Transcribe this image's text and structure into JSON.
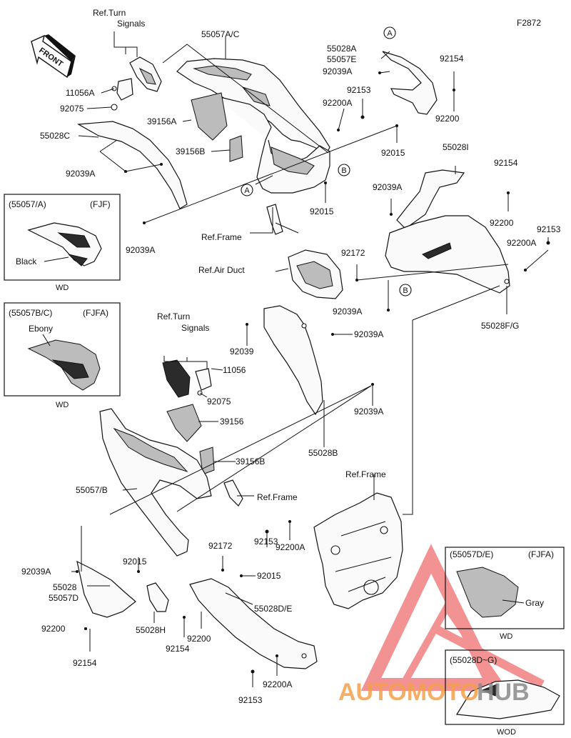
{
  "figure_code": "F2872",
  "front_label": "FRONT",
  "circle_refs": {
    "a": "A",
    "b": "B"
  },
  "refs": {
    "turn_signals_top_1": "Ref.Turn",
    "turn_signals_top_2": "Signals",
    "turn_signals_mid_1": "Ref.Turn",
    "turn_signals_mid_2": "Signals",
    "frame_1": "Ref.Frame",
    "air_duct": "Ref.Air Duct",
    "frame_2": "Ref.Frame",
    "frame_3": "Ref.Frame"
  },
  "labels": {
    "p55057ac": "55057A/C",
    "p55028a": "55028A",
    "p55057e": "55057E",
    "p92039a_top": "92039A",
    "p92154_top": "92154",
    "p11056a": "11056A",
    "p92075_top": "92075",
    "p92153_top": "92153",
    "p92200a_top": "92200A",
    "p92200_top": "92200",
    "p39156a": "39156A",
    "p55028c": "55028C",
    "p39156b_top": "39156B",
    "p92015_a": "92015",
    "p92039a_left": "92039A",
    "p55028i": "55028I",
    "p92154_right": "92154",
    "p92039a_right": "92039A",
    "p92015_b": "92015",
    "p92200_right": "92200",
    "p92153_right": "92153",
    "p92039a_lower_left": "92039A",
    "p92200a_right": "92200A",
    "p92172_mid": "92172",
    "p92039a_mid": "92039A",
    "p55028fg": "55028F/G",
    "p92039a_mid2": "92039A",
    "p92039_mid": "92039",
    "p11056_mid": "11056",
    "p92075_mid": "92075",
    "p92039a_mid3": "92039A",
    "p39156_mid": "39156",
    "p55028b": "55028B",
    "p39156b_mid": "39156B",
    "p55057b": "55057/B",
    "p92153_low": "92153",
    "p92200a_low": "92200A",
    "p92039a_low": "92039A",
    "p92015_low": "92015",
    "p92172_low": "92172",
    "p92015_low2": "92015",
    "p55028": "55028",
    "p55057d": "55057D",
    "p55028de": "55028D/E",
    "p92200_low": "92200",
    "p55028h": "55028H",
    "p92200_low2": "92200",
    "p92154_low": "92154",
    "p92154_low2": "92154",
    "p92200a_bottom": "92200A",
    "p92153_bottom": "92153"
  },
  "insets": [
    {
      "code": "(55057/A)",
      "region": "(FJF)",
      "color": "Black",
      "tag": "WD"
    },
    {
      "code": "(55057B/C)",
      "region": "(FJFA)",
      "color": "Ebony",
      "tag": "WD"
    },
    {
      "code": "(55057D/E)",
      "region": "(FJFA)",
      "color": "Gray",
      "tag": "WD"
    },
    {
      "code": "(55028D~G)",
      "region": "",
      "color": "",
      "tag": "WOD"
    }
  ],
  "watermark": {
    "text_orange": "AUTOMOTO",
    "text_gray": "HUB",
    "color_red": "#e83a3a",
    "color_orange": "#f5a04a",
    "color_gray": "#8a8a8a"
  }
}
